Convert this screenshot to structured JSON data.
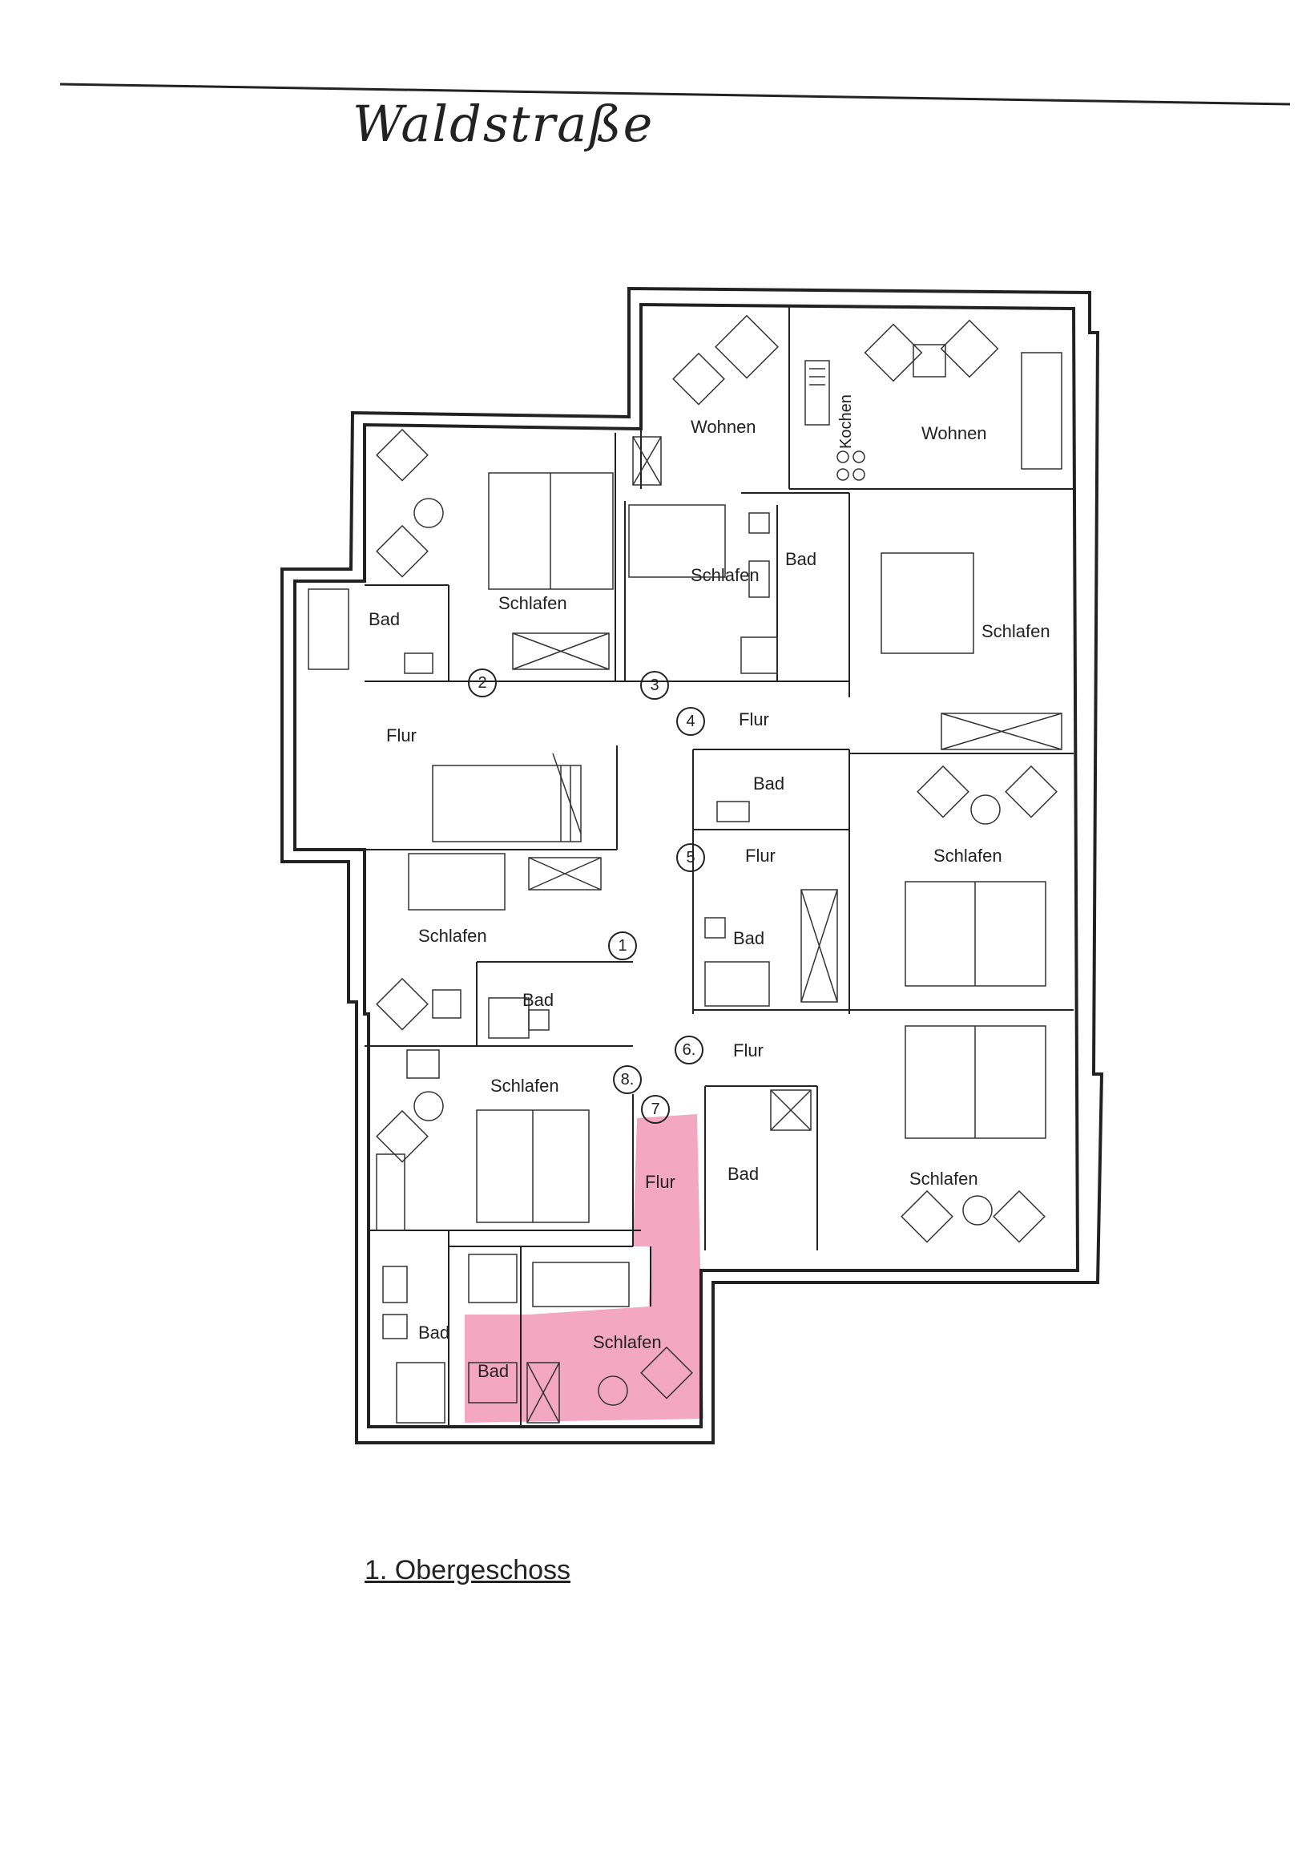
{
  "title": "Waldstraße",
  "floor_label": "1. Obergeschoss",
  "highlight_color": "#f4a7c0",
  "rooms": [
    {
      "name": "Wohnen",
      "unit": "3"
    },
    {
      "name": "Wohnen",
      "unit": "4"
    },
    {
      "name": "Kochen",
      "unit": "4"
    },
    {
      "name": "Schlafen",
      "unit": "2"
    },
    {
      "name": "Bad",
      "unit": "2"
    },
    {
      "name": "Schlafen",
      "unit": "3"
    },
    {
      "name": "Bad",
      "unit": "3"
    },
    {
      "name": "Schlafen",
      "unit": "4"
    },
    {
      "name": "Flur",
      "unit": "1"
    },
    {
      "name": "Flur",
      "unit": "4"
    },
    {
      "name": "Bad",
      "unit": "4"
    },
    {
      "name": "Flur",
      "unit": "5"
    },
    {
      "name": "Schlafen",
      "unit": "5"
    },
    {
      "name": "Bad",
      "unit": "5"
    },
    {
      "name": "Schlafen",
      "unit": "1"
    },
    {
      "name": "Bad",
      "unit": "1"
    },
    {
      "name": "Flur",
      "unit": "6"
    },
    {
      "name": "Schlafen",
      "unit": "8"
    },
    {
      "name": "Flur",
      "unit": "7"
    },
    {
      "name": "Bad",
      "unit": "6"
    },
    {
      "name": "Schlafen",
      "unit": "6"
    },
    {
      "name": "Bad",
      "unit": "8"
    },
    {
      "name": "Schlafen",
      "unit": "7"
    },
    {
      "name": "Bad",
      "unit": "7"
    }
  ],
  "unit_numbers": [
    "1",
    "2",
    "3",
    "4",
    "5",
    "6.",
    "7",
    "8."
  ]
}
